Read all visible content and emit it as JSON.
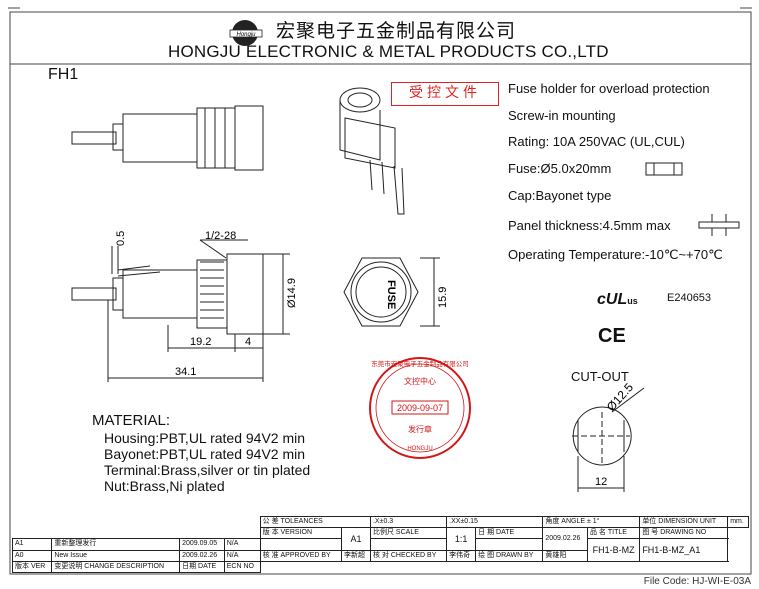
{
  "header": {
    "company_cn": "宏聚电子五金制品有限公司",
    "company_en": "HONGJU ELECTRONIC & METAL PRODUCTS CO.,LTD",
    "logo_text": "Hongju"
  },
  "model": "FH1",
  "controlled_stamp": "受控文件",
  "specs": [
    "Fuse holder for overload protection",
    "Screw-in mounting",
    "Rating: 10A 250VAC (UL,CUL)",
    "Fuse:Ø5.0x20mm",
    "Cap:Bayonet type",
    "Panel thickness:4.5mm max",
    "Operating Temperature:-10℃~+70℃"
  ],
  "certs": {
    "ul_number": "E240653",
    "ul_logo": "cUL",
    "us_mark": "us",
    "ce_logo": "CE"
  },
  "dimensions": {
    "thread": "1/2-28",
    "d05": "0.5",
    "d149": "Ø14.9",
    "d159": "15.9",
    "d192": "19.2",
    "d4": "4",
    "d341": "34.1",
    "cut_dia": "Ø12.5",
    "cut_w": "12",
    "cap_text": "FUSE"
  },
  "cutout_label": "CUT-OUT",
  "material": {
    "title": "MATERIAL:",
    "lines": [
      "Housing:PBT,UL rated 94V2 min",
      "Bayonet:PBT,UL rated 94V2 min",
      "Terminal:Brass,silver or tin plated",
      "Nut:Brass,Ni plated"
    ]
  },
  "seal": {
    "ring": "东莞市宏聚电子五金制品有限公司",
    "top": "文控中心",
    "date": "2009-09-07",
    "bottom": "发行章",
    "name": "HONGJU"
  },
  "title_block": {
    "tolerance_label": "公 差 TOLEANCES",
    "tol1": ".X±0.3",
    "tol2": ".XX±0.15",
    "angle": "角度 ANGLE ± 1°",
    "unit_label": "单位 DIMENSION UNIT",
    "unit": "mm.",
    "version_label": "版 本 VERSION",
    "version": "A1",
    "scale_label": "比例尺 SCALE",
    "scale": "1:1",
    "date_label": "日 期 DATE",
    "date": "2009.02.26",
    "name_label": "品 名 TITLE",
    "name": "FH1-B-MZ",
    "drawing_label": "图 号 DRAWING NO",
    "drawing_no": "FH1-B-MZ_A1",
    "approved_label": "核 准 APPROVED BY",
    "approved": "李新超",
    "checked_label": "核 对 CHECKED BY",
    "checked": "李伟奇",
    "drawn_label": "绘 图 DRAWN BY",
    "drawn": "黄雄阳",
    "rev_headers": [
      "版本 VER",
      "变更说明 CHANGE DESCRIPTION",
      "日期 DATE",
      "ECN NO"
    ],
    "revisions": [
      {
        "ver": "A1",
        "desc": "重新整理发行",
        "date": "2009.09.05",
        "ecn": "N/A"
      },
      {
        "ver": "A0",
        "desc": "New Issue",
        "date": "2009.02.26",
        "ecn": "N/A"
      }
    ]
  },
  "file_code": "File Code: HJ-WI-E-03A"
}
